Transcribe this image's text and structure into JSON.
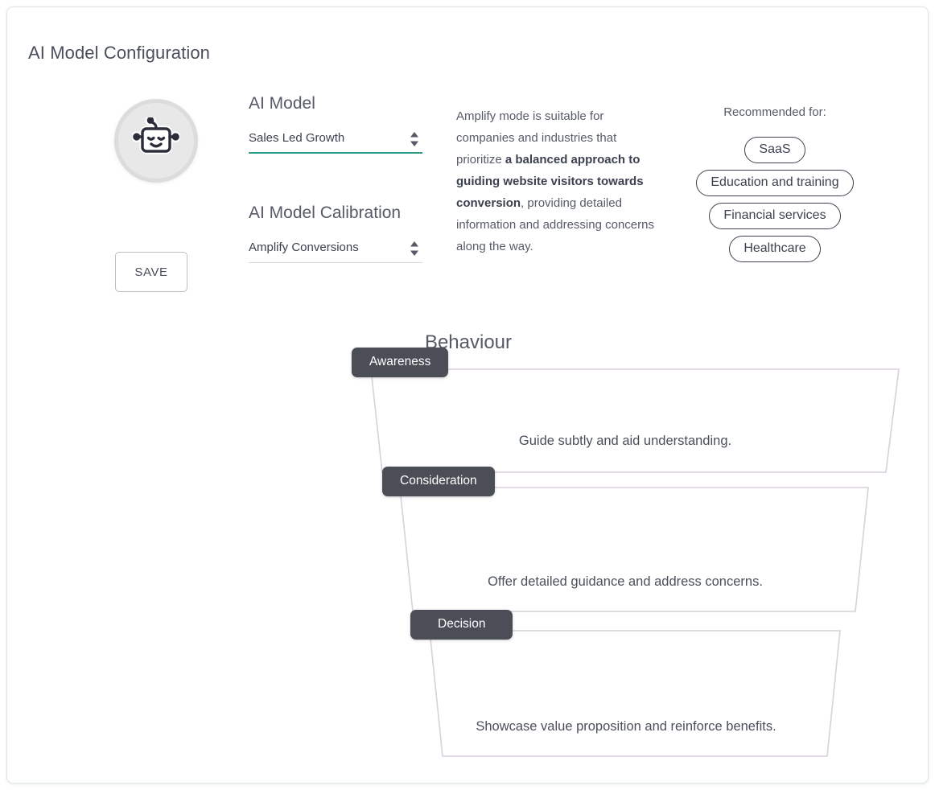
{
  "page": {
    "title": "AI Model Configuration"
  },
  "avatar": {
    "icon": "robot-face-icon"
  },
  "actions": {
    "save_label": "SAVE"
  },
  "fields": [
    {
      "label": "AI Model",
      "value": "Sales Led Growth",
      "icon": "chevron-updown-icon",
      "underline_color": "#2b9a8a",
      "active": true
    },
    {
      "label": "AI Model Calibration",
      "value": "Amplify Conversions",
      "icon": "chevron-updown-icon",
      "underline_color": "#d6d6d6",
      "active": false
    }
  ],
  "description": {
    "lead": "Amplify mode is suitable for companies and industries that prioritize ",
    "emphasis": "a balanced approach to guiding website visitors towards conversion",
    "tail": ", providing detailed information and addressing concerns along the way."
  },
  "recommended": {
    "title": "Recommended for:",
    "items": [
      "SaaS",
      "Education and training",
      "Financial services",
      "Healthcare"
    ]
  },
  "behaviour": {
    "title": "Behaviour",
    "stages": [
      {
        "name": "Awareness",
        "description": "Guide subtly and aid understanding."
      },
      {
        "name": "Consideration",
        "description": "Offer detailed guidance and address concerns."
      },
      {
        "name": "Decision",
        "description": "Showcase value proposition and reinforce benefits."
      }
    ]
  },
  "colors": {
    "accent": "#2b9a8a",
    "badge": "#4b4d57",
    "funnel_stroke": "#d9cfdd",
    "text": "#4a4f5c"
  }
}
